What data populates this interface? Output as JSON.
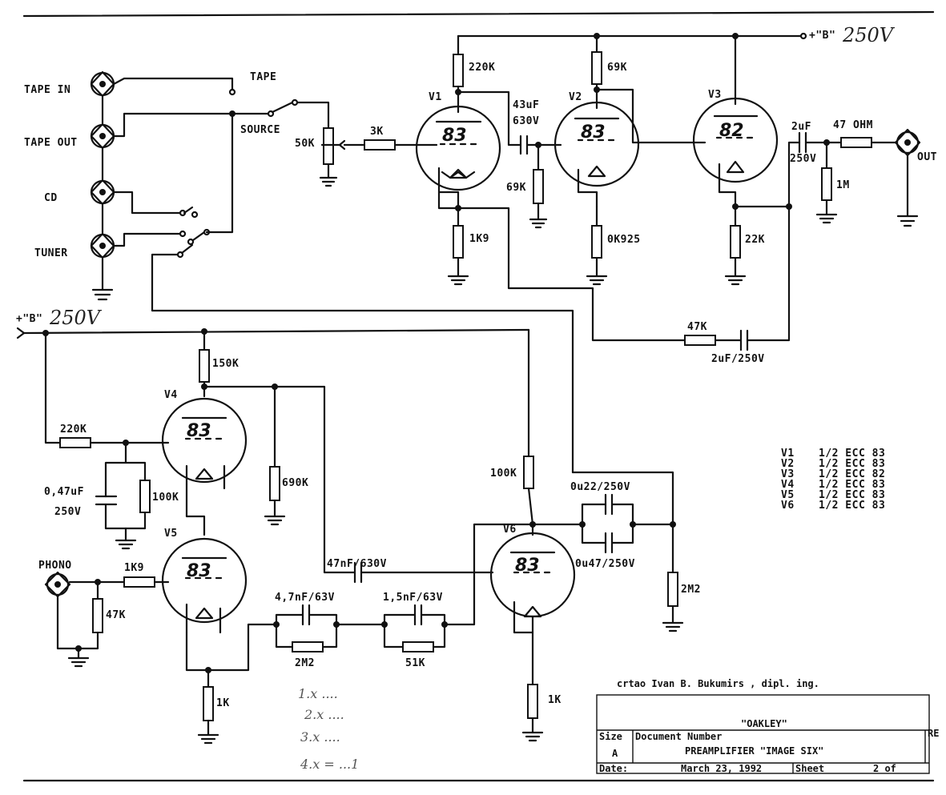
{
  "inputs": {
    "tape_in": "TAPE IN",
    "tape_out": "TAPE OUT",
    "cd": "CD",
    "tuner": "TUNER",
    "phono": "PHONO"
  },
  "switch": {
    "tape": "TAPE",
    "source": "SOURCE"
  },
  "supply": {
    "b_top": "+\"B\"",
    "b_top_hand": "250V",
    "b_left": "+\"B\"",
    "b_left_hand": "250V"
  },
  "output": {
    "label": "OUT"
  },
  "tubes": {
    "v1": {
      "ref": "V1",
      "type": "83"
    },
    "v2": {
      "ref": "V2",
      "type": "83"
    },
    "v3": {
      "ref": "V3",
      "type": "82"
    },
    "v4": {
      "ref": "V4",
      "type": "83"
    },
    "v5": {
      "ref": "V5",
      "type": "83"
    },
    "v6": {
      "ref": "V6",
      "type": "83"
    }
  },
  "components": {
    "pot": "50K",
    "r_3k": "3K",
    "r_220k_top": "220K",
    "r_69k_top": "69K",
    "c_43uf": "43uF",
    "c_630v": "630V",
    "r_69k_grid": "69K",
    "r_1k9_top": "1K9",
    "r_0k925": "0K925",
    "c_2uf": "2uF",
    "c_250v": "250V",
    "r_47ohm": "47 OHM",
    "r_1m": "1M",
    "r_22k": "22K",
    "r_47k_fb": "47K",
    "c_2uf_250v": "2uF/250V",
    "r_150k": "150K",
    "r_220k_bot": "220K",
    "c_047uf": "0,47uF",
    "c_047uf_v": "250V",
    "r_100k_bot": "100K",
    "r_690k": "690K",
    "r_1k9_phono": "1K9",
    "r_47k_phono": "47K",
    "c_47nf": "47nF/630V",
    "c_47nf_63": "4,7nF/63V",
    "r_2m2_mid": "2M2",
    "c_15nf": "1,5nF/63V",
    "r_51k": "51K",
    "r_1k_v5": "1K",
    "r_100k_v6": "100K",
    "c_0u22": "0u22/250V",
    "c_0u47": "0u47/250V",
    "r_2m2_right": "2M2",
    "r_1k_v6": "1K"
  },
  "legend": [
    {
      "ref": "V1",
      "spec": "1/2 ECC 83"
    },
    {
      "ref": "V2",
      "spec": "1/2 ECC 83"
    },
    {
      "ref": "V3",
      "spec": "1/2 ECC 82"
    },
    {
      "ref": "V4",
      "spec": "1/2 ECC 83"
    },
    {
      "ref": "V5",
      "spec": "1/2 ECC 83"
    },
    {
      "ref": "V6",
      "spec": "1/2 ECC 83"
    }
  ],
  "title_block": {
    "author": "crtao Ivan B. Bukumirs , dipl. ing.",
    "company": "\"OAKLEY\"",
    "size_label": "Size",
    "size_value": "A",
    "docnum_label": "Document Number",
    "title": "PREAMPLIFIER \"IMAGE SIX\"",
    "rev": "RE",
    "date_label": "Date:",
    "date_value": "March 23, 1992",
    "sheet_label": "Sheet",
    "sheet_value": "2 of"
  },
  "handwritten_notes": [
    "1.x  ....",
    "2.x  ....",
    "3.x  ....",
    "4.x = ...1"
  ]
}
